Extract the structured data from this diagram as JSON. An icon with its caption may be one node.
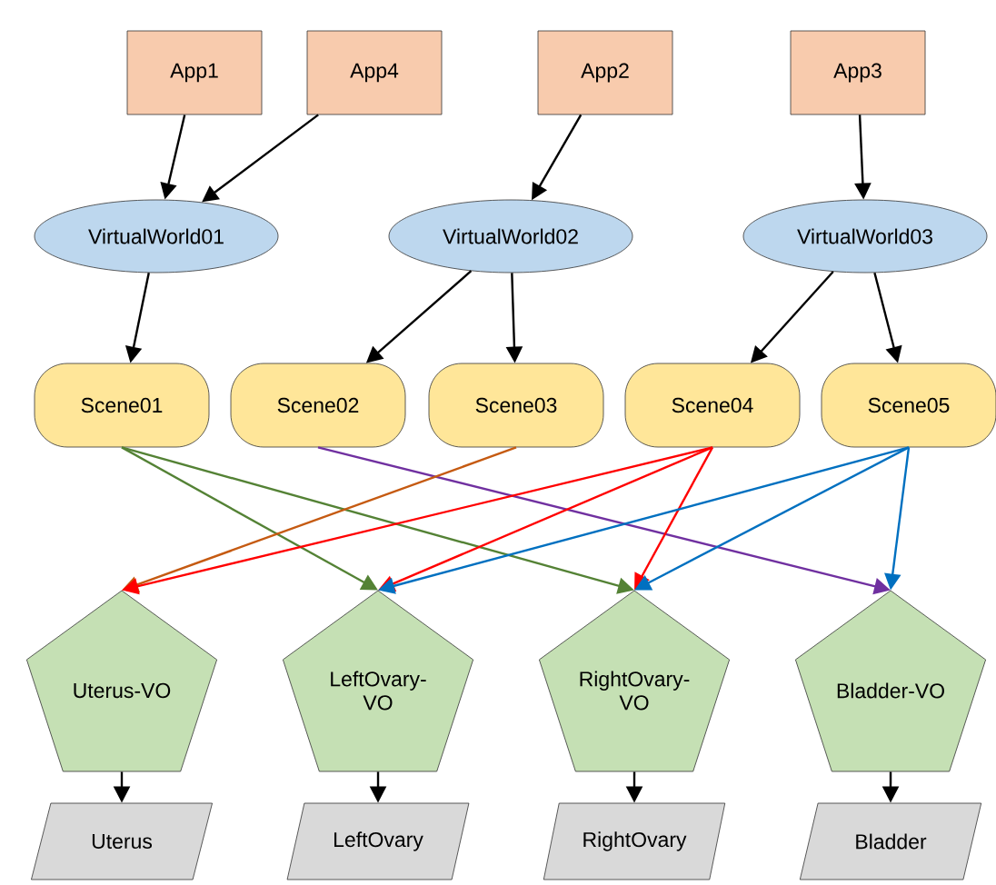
{
  "diagram": {
    "nodes": [
      {
        "text": [
          "App1"
        ]
      },
      {
        "text": [
          "App4"
        ]
      },
      {
        "text": [
          "App2"
        ]
      },
      {
        "text": [
          "App3"
        ]
      },
      {
        "text": [
          "VirtualWorld01"
        ]
      },
      {
        "text": [
          "VirtualWorld02"
        ]
      },
      {
        "text": [
          "VirtualWorld03"
        ]
      },
      {
        "text": [
          "Scene01"
        ]
      },
      {
        "text": [
          "Scene02"
        ]
      },
      {
        "text": [
          "Scene03"
        ]
      },
      {
        "text": [
          "Scene04"
        ]
      },
      {
        "text": [
          "Scene05"
        ]
      },
      {
        "text": [
          "Uterus-VO"
        ]
      },
      {
        "text": [
          "LeftOvary-VO"
        ]
      },
      {
        "text": [
          "RightOvary-VO"
        ]
      },
      {
        "text": [
          "Bladder-VO"
        ]
      },
      {
        "text": [
          "Uterus"
        ]
      },
      {
        "text": [
          "LeftOvary"
        ]
      },
      {
        "text": [
          "RightOvary"
        ]
      },
      {
        "text": [
          "Bladder"
        ]
      }
    ],
    "edges": [
      {
        "from": 0,
        "to": 4,
        "arrow": "to"
      },
      {
        "from": 1,
        "to": 4,
        "arrow": "to"
      },
      {
        "from": 2,
        "to": 5,
        "arrow": "to"
      },
      {
        "from": 3,
        "to": 6,
        "arrow": "to"
      },
      {
        "from": 4,
        "to": 7,
        "arrow": "to"
      },
      {
        "from": 5,
        "to": 8,
        "arrow": "to"
      },
      {
        "from": 5,
        "to": 9,
        "arrow": "to"
      },
      {
        "from": 6,
        "to": 10,
        "arrow": "to"
      },
      {
        "from": 6,
        "to": 11,
        "arrow": "to"
      },
      {
        "from": 7,
        "to": 13,
        "arrow": "to",
        "color": "#548235"
      },
      {
        "from": 7,
        "to": 14,
        "arrow": "to",
        "color": "#548235"
      },
      {
        "from": 8,
        "to": 15,
        "arrow": "to",
        "color": "#7030a0"
      },
      {
        "from": 9,
        "to": 12,
        "arrow": "to",
        "color": "#c55a11"
      },
      {
        "from": 10,
        "to": 12,
        "arrow": "to",
        "color": "#ff0000"
      },
      {
        "from": 10,
        "to": 13,
        "arrow": "to",
        "color": "#ff0000"
      },
      {
        "from": 10,
        "to": 14,
        "arrow": "to",
        "color": "#ff0000"
      },
      {
        "from": 11,
        "to": 13,
        "arrow": "to",
        "color": "#0070c0"
      },
      {
        "from": 11,
        "to": 14,
        "arrow": "to",
        "color": "#0070c0"
      },
      {
        "from": 11,
        "to": 15,
        "arrow": "to",
        "color": "#0070c0"
      },
      {
        "from": 12,
        "to": 16,
        "arrow": "to"
      },
      {
        "from": 13,
        "to": 17,
        "arrow": "to"
      },
      {
        "from": 14,
        "to": 18,
        "arrow": "to"
      },
      {
        "from": 15,
        "to": 19,
        "arrow": "to"
      }
    ]
  }
}
